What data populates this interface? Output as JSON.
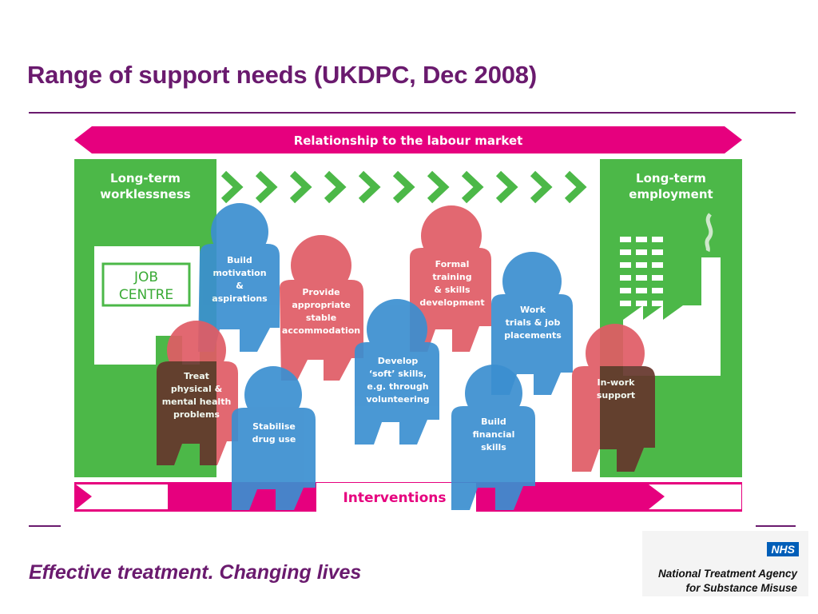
{
  "slide": {
    "title": "Range of support needs (UKDPC, Dec 2008)",
    "tagline": "Effective treatment. Changing lives",
    "logo": {
      "badge": "NHS",
      "line1": "National Treatment Agency",
      "line2": "for Substance Misuse"
    }
  },
  "diagram": {
    "top_arrow_label": "Relationship to the labour market",
    "bottom_arrow_label": "Interventions",
    "left_panel": {
      "line1": "Long-term",
      "line2": "worklessness"
    },
    "right_panel": {
      "line1": "Long-term",
      "line2": "employment"
    },
    "job_centre": {
      "line1": "JOB",
      "line2": "CENTRE"
    },
    "figures": [
      {
        "lines": [
          "Build",
          "motivation",
          "&",
          "aspirations"
        ],
        "color": "blue"
      },
      {
        "lines": [
          "Provide",
          "appropriate",
          "stable",
          "accommodation"
        ],
        "color": "red"
      },
      {
        "lines": [
          "Formal",
          "training",
          "& skills",
          "development"
        ],
        "color": "red"
      },
      {
        "lines": [
          "Work",
          "trials & job",
          "placements"
        ],
        "color": "blue"
      },
      {
        "lines": [
          "Develop",
          "‘soft’ skills,",
          "e.g. through",
          "volunteering"
        ],
        "color": "blue"
      },
      {
        "lines": [
          "Treat",
          "physical &",
          "mental health",
          "problems"
        ],
        "color": "red"
      },
      {
        "lines": [
          "Stabilise",
          "drug use"
        ],
        "color": "blue"
      },
      {
        "lines": [
          "Build",
          "financial",
          "skills"
        ],
        "color": "blue"
      },
      {
        "lines": [
          "In-work",
          "support"
        ],
        "color": "red"
      }
    ],
    "colors": {
      "green": "#4cb848",
      "magenta": "#e6007e",
      "blue": "#3b8fd0",
      "red": "#e05c65",
      "purple": "#6a1a6e"
    }
  }
}
